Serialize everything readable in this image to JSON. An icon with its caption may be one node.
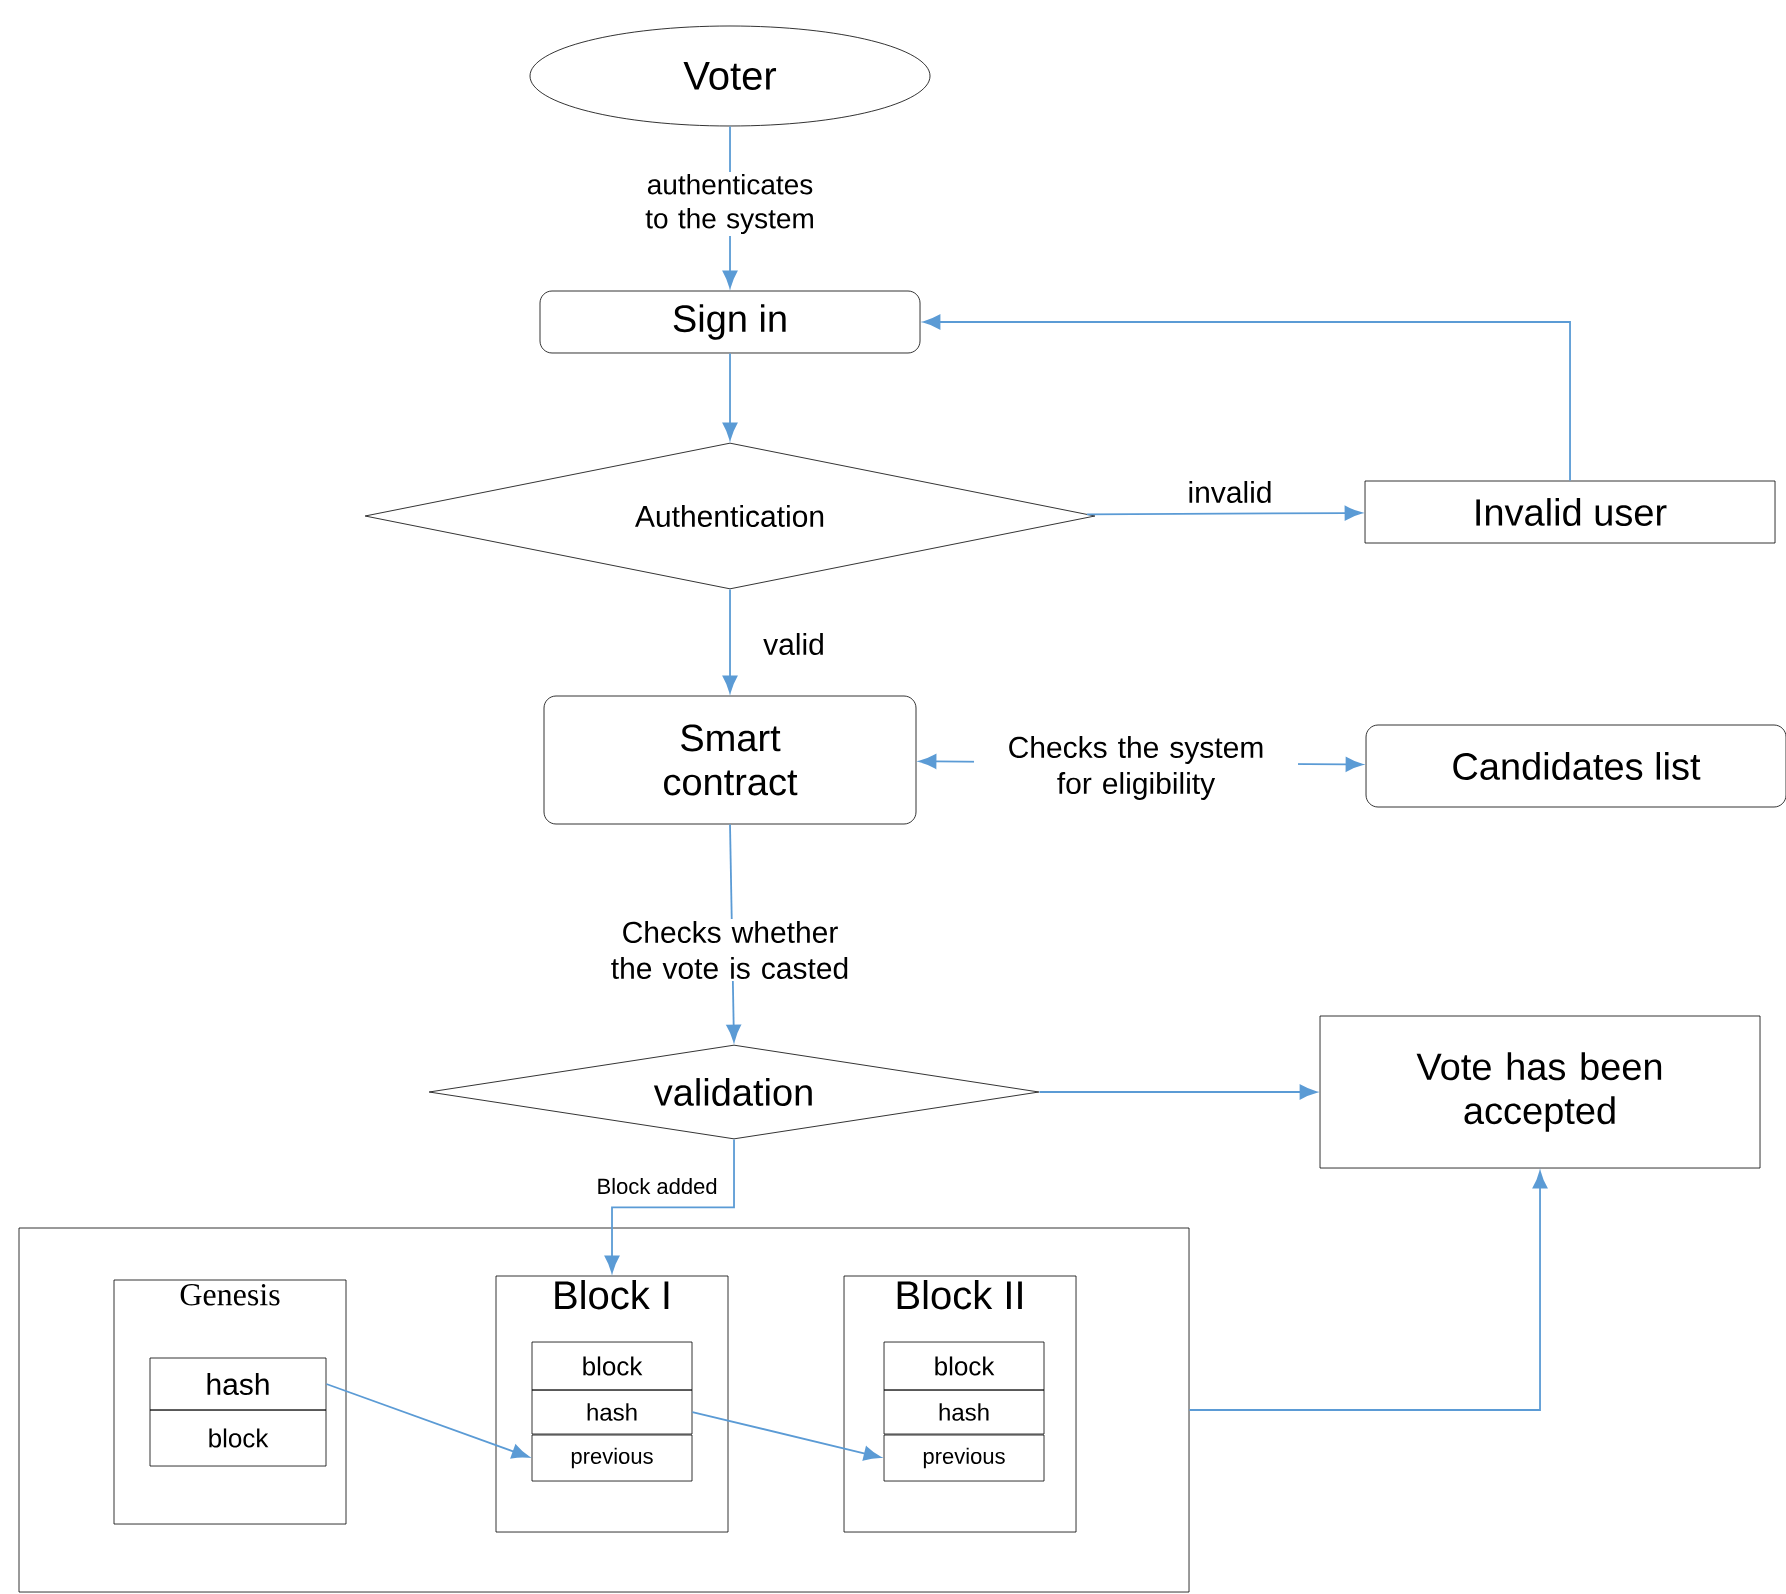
{
  "diagram": {
    "nodes": [
      {
        "text": [
          "Voter"
        ]
      },
      {
        "text": [
          "Sign in"
        ]
      },
      {
        "text": [
          "Authentication"
        ]
      },
      {
        "text": [
          "Invalid user"
        ]
      },
      {
        "text": [
          "Smart contract"
        ]
      },
      {
        "text": [
          "Candidates list"
        ]
      },
      {
        "text": [
          "validation"
        ]
      },
      {
        "text": [
          "Vote has been accepted"
        ]
      },
      {
        "text": [],
        "shape": "box"
      },
      {
        "text": [
          "Genesis"
        ],
        "in": 8
      },
      {
        "text": [
          "hash"
        ],
        "in": 9
      },
      {
        "text": [
          "block"
        ],
        "in": 9
      },
      {
        "text": [
          "Block I"
        ],
        "in": 8
      },
      {
        "text": [
          "block"
        ],
        "in": 12
      },
      {
        "text": [
          "hash"
        ],
        "in": 12
      },
      {
        "text": [
          "previous"
        ],
        "in": 12
      },
      {
        "text": [
          "Block II"
        ],
        "in": 8
      },
      {
        "text": [
          "block"
        ],
        "in": 16
      },
      {
        "text": [
          "hash"
        ],
        "in": 16
      },
      {
        "text": [
          "previous"
        ],
        "in": 16
      }
    ],
    "edges": [
      {
        "from": 0,
        "to": 1,
        "arrow": "to",
        "label": "authenticates to the system"
      },
      {
        "from": 1,
        "to": 2,
        "arrow": "to"
      },
      {
        "from": 2,
        "to": 3,
        "arrow": "to",
        "label": "invalid"
      },
      {
        "from": 3,
        "to": 1,
        "arrow": "to"
      },
      {
        "from": 2,
        "to": 4,
        "arrow": "to",
        "label": "valid"
      },
      {
        "from": 4,
        "to": 5,
        "arrow": "both",
        "label": "Checks the system for eligibility"
      },
      {
        "from": 4,
        "to": 6,
        "arrow": "to",
        "label": "Checks whether the vote is casted"
      },
      {
        "from": 6,
        "to": 7,
        "arrow": "to"
      },
      {
        "from": 6,
        "to": 12,
        "arrow": "to",
        "label": "Block added"
      },
      {
        "from": 8,
        "to": 7,
        "arrow": "to"
      },
      {
        "from": 10,
        "to": 15,
        "arrow": "to"
      },
      {
        "from": 14,
        "to": 19,
        "arrow": "to"
      }
    ]
  }
}
